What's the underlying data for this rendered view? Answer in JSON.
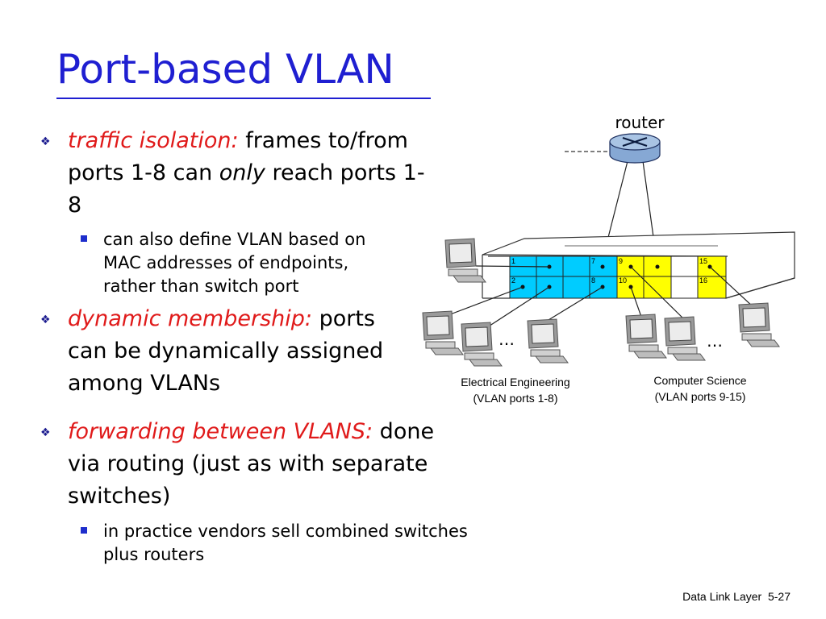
{
  "slide": {
    "title": "Port-based VLAN",
    "footer": {
      "text": "Data Link Layer",
      "page": "5-27"
    }
  },
  "bullets": [
    {
      "lead": "traffic isolation:",
      "text_a": " frames to/from ports 1-8 can ",
      "emph": "only",
      "text_b": " reach ports 1-8",
      "sub": "can also define VLAN based on MAC addresses of endpoints, rather than switch port"
    },
    {
      "lead": "dynamic membership:",
      "text_a": " ports can be dynamically assigned among VLANs"
    },
    {
      "lead": "forwarding between VLANS:",
      "text_a": " done via routing (just as with separate switches)",
      "sub": "in practice vendors sell combined switches plus routers"
    }
  ],
  "diagram": {
    "router_label": "router",
    "ellipsis": "…",
    "ports_top": [
      "1",
      "",
      "",
      "",
      "7",
      "9",
      "",
      "",
      "15"
    ],
    "ports_bottom": [
      "2",
      "",
      "",
      "",
      "8",
      "10",
      "",
      "",
      "16"
    ],
    "ee_caption": [
      "Electrical Engineering",
      "(VLAN ports 1-8)"
    ],
    "cs_caption": [
      "Computer Science",
      "(VLAN ports 9-15)"
    ],
    "colors": {
      "ee_ports": "#00ccff",
      "cs_ports": "#ffff00",
      "router": "#a9c4e4"
    }
  }
}
